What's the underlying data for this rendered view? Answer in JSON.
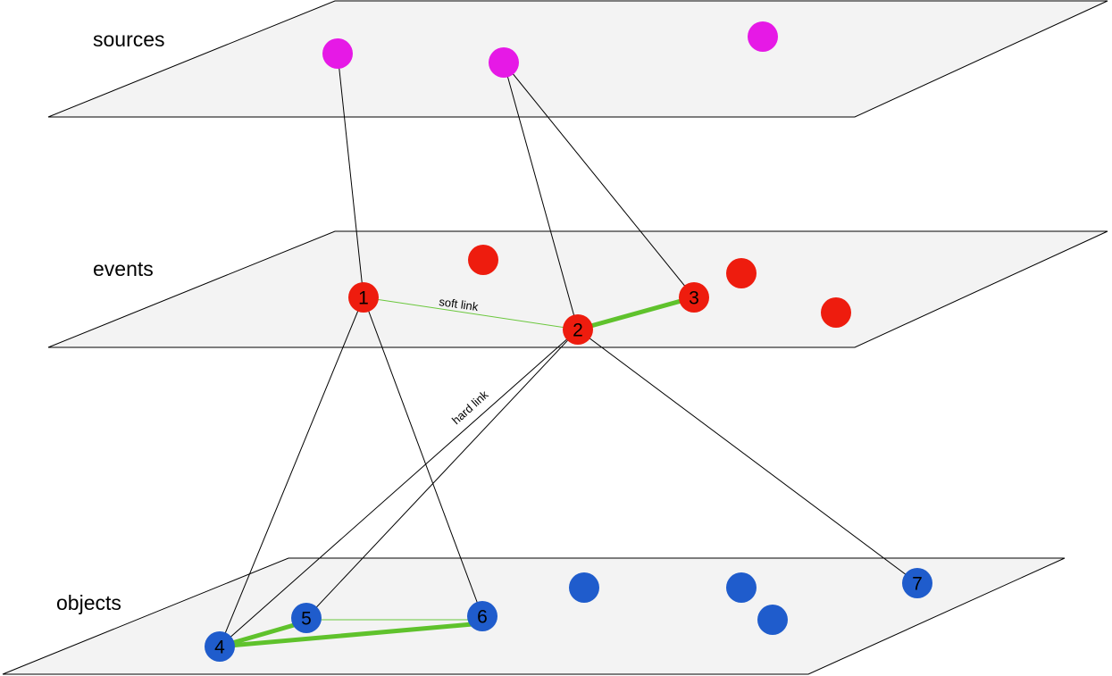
{
  "layers": {
    "sources": {
      "label": "sources",
      "color": "#e619e6"
    },
    "events": {
      "label": "events",
      "color": "#ee1c0e"
    },
    "objects": {
      "label": "objects",
      "color": "#1f5ccc"
    }
  },
  "nodes": {
    "event_1": {
      "label": "1"
    },
    "event_2": {
      "label": "2"
    },
    "event_3": {
      "label": "3"
    },
    "object_4": {
      "label": "4"
    },
    "object_5": {
      "label": "5"
    },
    "object_6": {
      "label": "6"
    },
    "object_7": {
      "label": "7"
    }
  },
  "links": {
    "soft_label": "soft link",
    "hard_label": "hard link",
    "soft_color": "#6ac73c",
    "hard_color": "#5fc22c"
  }
}
